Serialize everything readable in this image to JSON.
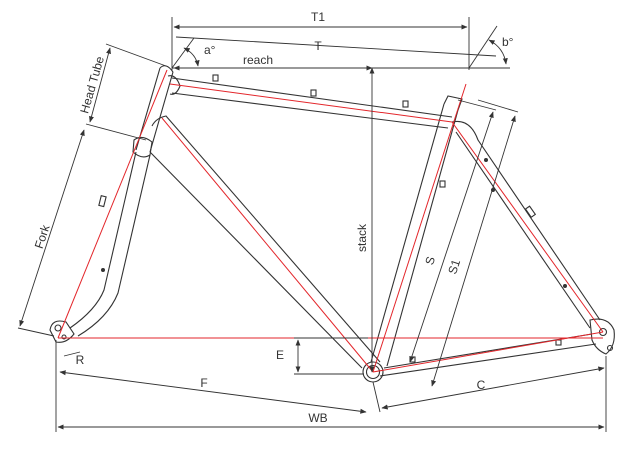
{
  "diagram": {
    "labels": {
      "t1": "T1",
      "t": "T",
      "reach": "reach",
      "a_angle": "a°",
      "b_angle": "b°",
      "head_tube": "Head Tube",
      "fork": "Fork",
      "stack": "stack",
      "s": "S",
      "s1": "S1",
      "e": "E",
      "r": "R",
      "f": "F",
      "c": "C",
      "wb": "WB"
    },
    "colors": {
      "frame_outline": "#333333",
      "geometry_lines": "#e3262b",
      "background": "#ffffff"
    }
  }
}
